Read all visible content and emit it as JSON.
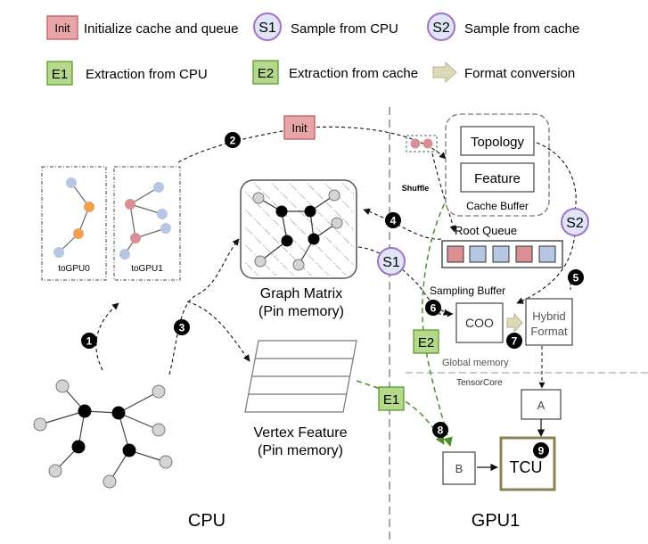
{
  "legend": {
    "init_badge": "Init",
    "init_text": "Initialize cache and queue",
    "s1_badge": "S1",
    "s1_text": "Sample from CPU",
    "s2_badge": "S2",
    "s2_text": "Sample from cache",
    "e1_badge": "E1",
    "e1_text": "Extraction from CPU",
    "e2_badge": "E2",
    "e2_text": "Extraction from cache",
    "arrow_text": "Format conversion"
  },
  "cpu": {
    "label": "CPU",
    "partition0": "toGPU0",
    "partition1": "toGPU1",
    "graph_matrix_line1": "Graph Matrix",
    "graph_matrix_line2": "(Pin memory)",
    "vertex_feature_line1": "Vertex Feature",
    "vertex_feature_line2": "(Pin memory)"
  },
  "gpu": {
    "label": "GPU1",
    "topology": "Topology",
    "feature": "Feature",
    "cache_buffer": "Cache Buffer",
    "shuffle": "Shuffle",
    "root_queue": "Root Queue",
    "sampling_buffer": "Sampling Buffer",
    "coo": "COO",
    "hybrid_line1": "Hybrid",
    "hybrid_line2": "Format",
    "global_memory": "Global memory",
    "tensorcore": "TensorCore",
    "a": "A",
    "b": "B",
    "tcu": "TCU"
  },
  "steps": [
    "1",
    "2",
    "3",
    "4",
    "5",
    "6",
    "7",
    "8",
    "9"
  ],
  "colors": {
    "init_fill": "#e8a5a8",
    "init_stroke": "#c9575d",
    "e_fill": "#b5d98a",
    "e_stroke": "#5b9a2c",
    "s_fill": "#dfe5f7",
    "s_stroke": "#a471c9",
    "queue_red": "#d98f93",
    "queue_blue": "#b6c6e3",
    "orange_node": "#f2a153",
    "pink_node": "#d98f93",
    "blue_node": "#b6c6e3",
    "tcu_stroke": "#8b8358",
    "green_dash": "#4e8f2c",
    "arrow_fill": "#ddd8b8"
  }
}
